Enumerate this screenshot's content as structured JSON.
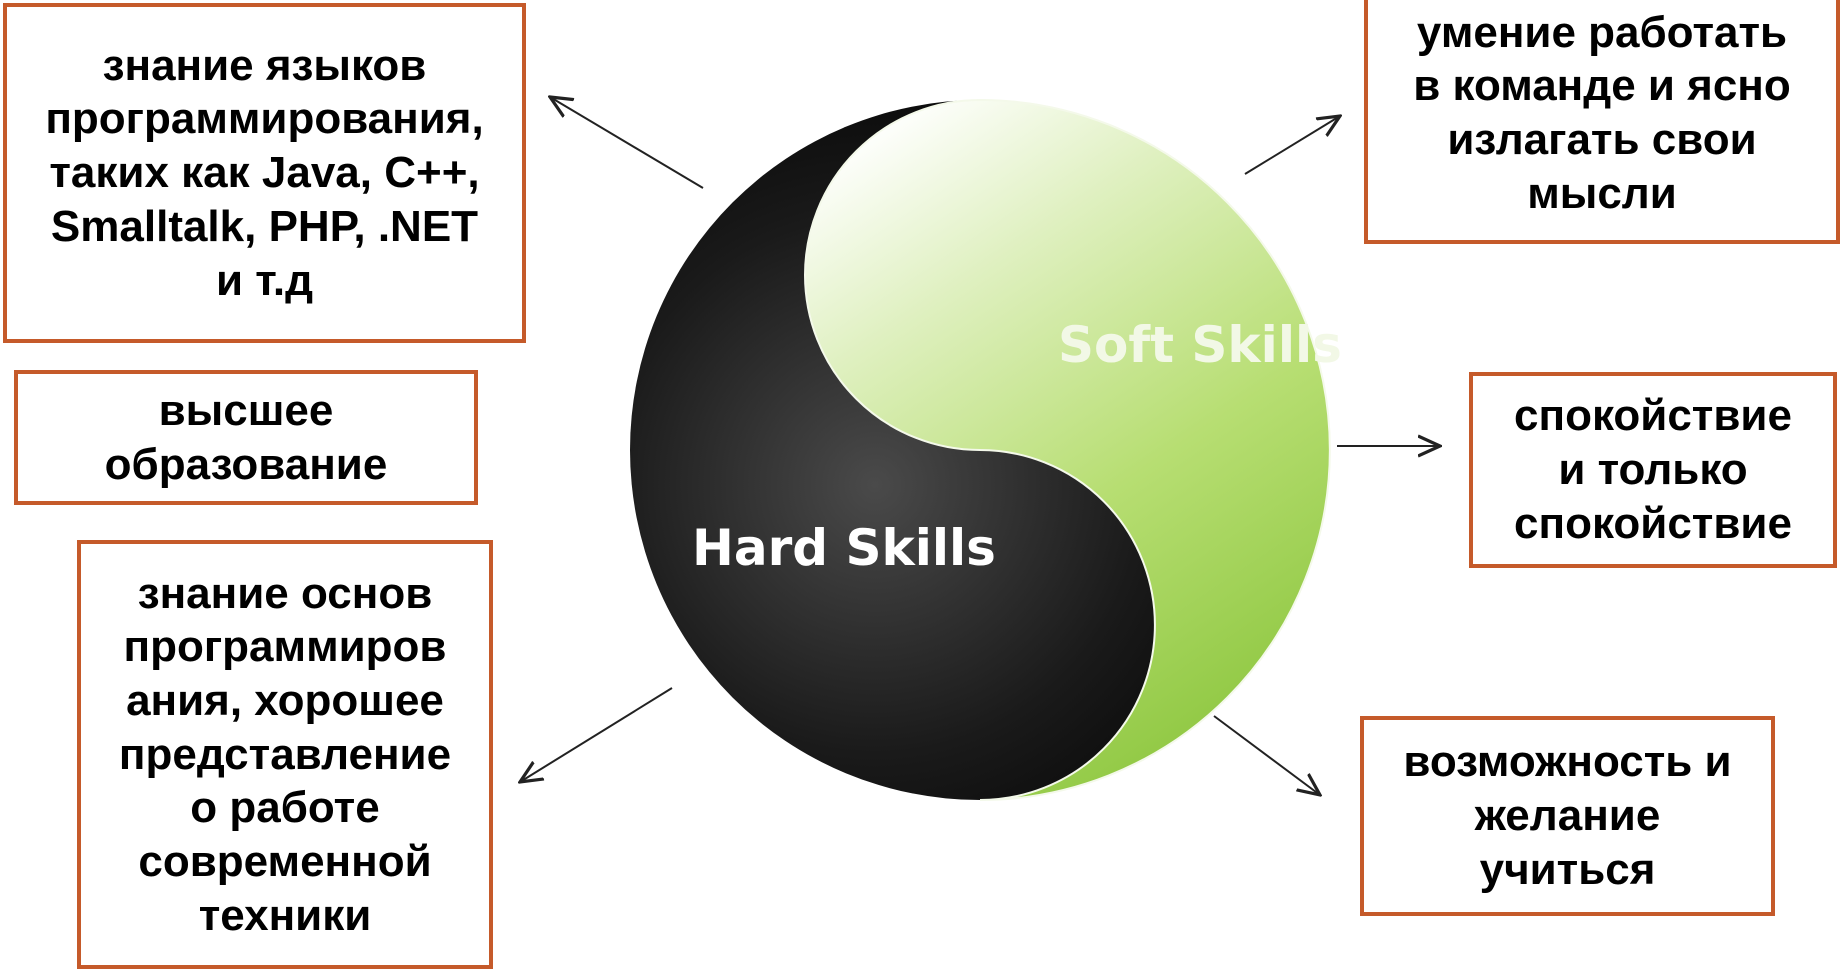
{
  "left_boxes": {
    "languages": "знание языков\nпрограммирования,\nтаких как Java, C++,\nSmalltalk, PHP, .NET\nи т.д",
    "education": "высшее\nобразование",
    "basics": "знание основ\nпрограммиров\nания, хорошее\nпредставление\nо работе\nсовременной\nтехники"
  },
  "right_boxes": {
    "teamwork": "умение работать\nв команде и ясно\nизлагать свои\nмысли",
    "calm": "спокойствие\nи только\nспокойствие",
    "learning": "возможность и\nжелание\nучиться"
  },
  "yin_yang": {
    "soft_label": "Soft Skills",
    "hard_label": "Hard Skills",
    "soft_color": "#a8d45a",
    "hard_color": "#111111"
  },
  "colors": {
    "box_border": "#c55a2a",
    "arrow": "#222222"
  }
}
